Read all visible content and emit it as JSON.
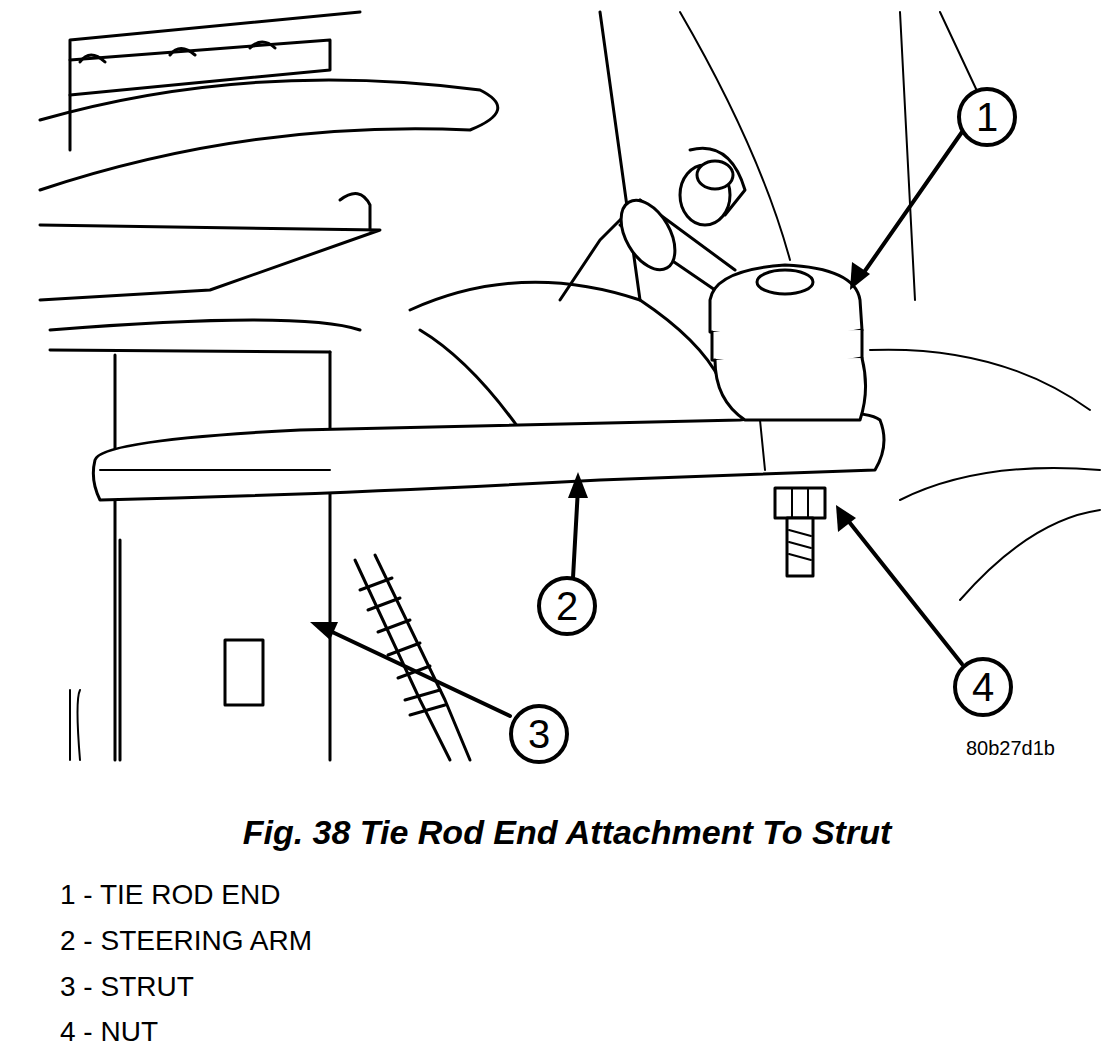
{
  "diagram": {
    "caption": "Fig. 38 Tie Rod End Attachment To Strut",
    "nodes": [
      {
        "text": [
          "1"
        ]
      },
      {
        "text": [
          "2"
        ]
      },
      {
        "text": [
          "3"
        ]
      },
      {
        "text": [
          "4"
        ]
      }
    ],
    "labels": [
      "80b27d1b",
      "1 - TIE ROD END",
      "2 - STEERING ARM",
      "3 - STRUT",
      "4 - NUT"
    ]
  }
}
